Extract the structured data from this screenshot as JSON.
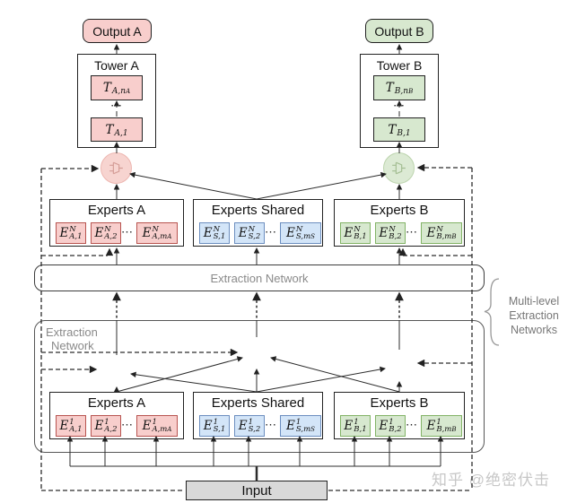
{
  "outputs": [
    {
      "label": "Output A"
    },
    {
      "label": "Output B"
    }
  ],
  "towers": [
    {
      "title": "Tower A",
      "units": [
        {
          "base": "T",
          "sup": "",
          "sub": "A,n",
          "subsub": "A"
        },
        {
          "base": "T",
          "sup": "",
          "sub": "A,1",
          "subsub": ""
        }
      ]
    },
    {
      "title": "Tower B",
      "units": [
        {
          "base": "T",
          "sup": "",
          "sub": "B,n",
          "subsub": "B"
        },
        {
          "base": "T",
          "sup": "",
          "sub": "B,1",
          "subsub": ""
        }
      ]
    }
  ],
  "expert_groups": [
    {
      "title": "Experts A",
      "color": "pink",
      "level": "N",
      "experts": [
        {
          "base": "E",
          "sup": "N",
          "sub": "A,1",
          "subsub": ""
        },
        {
          "base": "E",
          "sup": "N",
          "sub": "A,2",
          "subsub": ""
        },
        {
          "base": "E",
          "sup": "N",
          "sub": "A,m",
          "subsub": "A"
        }
      ]
    },
    {
      "title": "Experts Shared",
      "color": "blue",
      "level": "N",
      "experts": [
        {
          "base": "E",
          "sup": "N",
          "sub": "S,1",
          "subsub": ""
        },
        {
          "base": "E",
          "sup": "N",
          "sub": "S,2",
          "subsub": ""
        },
        {
          "base": "E",
          "sup": "N",
          "sub": "S,m",
          "subsub": "S"
        }
      ]
    },
    {
      "title": "Experts B",
      "color": "green",
      "level": "N",
      "experts": [
        {
          "base": "E",
          "sup": "N",
          "sub": "B,1",
          "subsub": ""
        },
        {
          "base": "E",
          "sup": "N",
          "sub": "B,2",
          "subsub": ""
        },
        {
          "base": "E",
          "sup": "N",
          "sub": "B,m",
          "subsub": "B"
        }
      ]
    },
    {
      "title": "Experts A",
      "color": "pink",
      "level": "1",
      "experts": [
        {
          "base": "E",
          "sup": "1",
          "sub": "A,1",
          "subsub": ""
        },
        {
          "base": "E",
          "sup": "1",
          "sub": "A,2",
          "subsub": ""
        },
        {
          "base": "E",
          "sup": "1",
          "sub": "A,m",
          "subsub": "A"
        }
      ]
    },
    {
      "title": "Experts Shared",
      "color": "blue",
      "level": "1",
      "experts": [
        {
          "base": "E",
          "sup": "1",
          "sub": "S,1",
          "subsub": ""
        },
        {
          "base": "E",
          "sup": "1",
          "sub": "S,2",
          "subsub": ""
        },
        {
          "base": "E",
          "sup": "1",
          "sub": "S,m",
          "subsub": "S"
        }
      ]
    },
    {
      "title": "Experts B",
      "color": "green",
      "level": "1",
      "experts": [
        {
          "base": "E",
          "sup": "1",
          "sub": "B,1",
          "subsub": ""
        },
        {
          "base": "E",
          "sup": "1",
          "sub": "B,2",
          "subsub": ""
        },
        {
          "base": "E",
          "sup": "1",
          "sub": "B,m",
          "subsub": "B"
        }
      ]
    }
  ],
  "extraction_band": {
    "label": "Extraction Network"
  },
  "extraction_box": {
    "line1": "Extraction",
    "line2": "Network"
  },
  "multi_level": {
    "line1": "Multi-level",
    "line2": "Extraction",
    "line3": "Networks"
  },
  "input_label": "Input",
  "glyphs": {
    "cdots": "⋯"
  },
  "watermark": "知乎 @绝密伏击",
  "colors": {
    "task_a_fill": "#f8cecc",
    "task_a_border": "#b85450",
    "shared_fill": "#d3e5f8",
    "shared_border": "#6c8ebf",
    "task_b_fill": "#d7e8cf",
    "task_b_border": "#82b366",
    "input_fill": "#d9d9d9"
  }
}
